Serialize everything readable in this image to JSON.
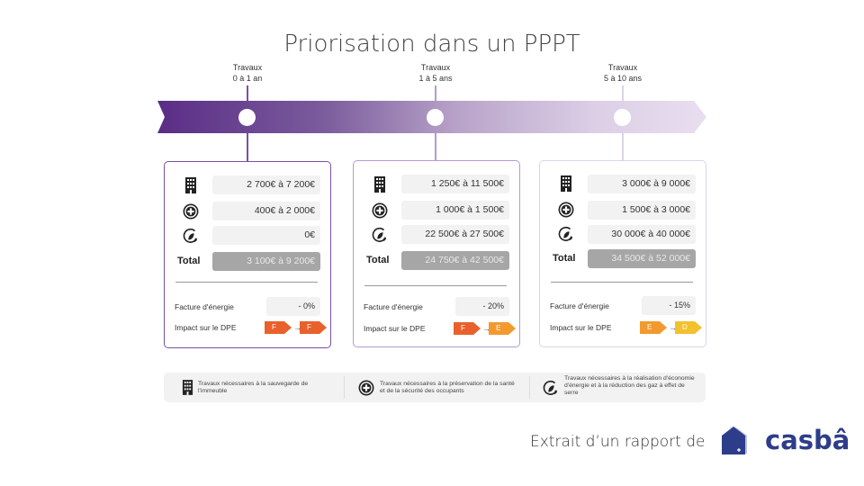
{
  "title": "Priorisation dans un PPPT",
  "timeline": [
    {
      "line1": "Travaux",
      "line2": "0 à 1 an"
    },
    {
      "line1": "Travaux",
      "line2": "1 à 5 ans"
    },
    {
      "line1": "Travaux",
      "line2": "5 à 10 ans"
    }
  ],
  "cards": [
    {
      "sauvegarde": "2 700€ à 7 200€",
      "sante": "400€ à 2 000€",
      "energie": "0€",
      "total_label": "Total",
      "total": "3 100€ à 9 200€",
      "facture_label": "Facture d'énergie",
      "facture": "- 0%",
      "dpe_label": "Impact sur le DPE",
      "dpe_from": "F",
      "dpe_to": "F"
    },
    {
      "sauvegarde": "1 250€ à 11 500€",
      "sante": "1 000€ à 1 500€",
      "energie": "22 500€ à 27 500€",
      "total_label": "Total",
      "total": "24 750€ à 42 500€",
      "facture_label": "Facture d'énergie",
      "facture": "- 20%",
      "dpe_label": "Impact sur le DPE",
      "dpe_from": "F",
      "dpe_to": "E"
    },
    {
      "sauvegarde": "3 000€ à 9 000€",
      "sante": "1 500€ à 3 000€",
      "energie": "30 000€ à 40 000€",
      "total_label": "Total",
      "total": "34 500€ à 52 000€",
      "facture_label": "Facture d'énergie",
      "facture": "- 15%",
      "dpe_label": "Impact sur le DPE",
      "dpe_from": "E",
      "dpe_to": "D"
    }
  ],
  "legend": [
    {
      "icon": "building-icon",
      "text": "Travaux nécessaires à la sauvegarde de l'immeuble"
    },
    {
      "icon": "health-cross-icon",
      "text": "Travaux nécessaires à la préservation de la santé et de la sécurité des occupants"
    },
    {
      "icon": "energy-leaf-icon",
      "text": "Travaux nécessaires à la réalisation d'économie d'énergie et à la réduction des gaz à effet de serre"
    }
  ],
  "credit": "Extrait d’un rapport de",
  "brand": "casbâ",
  "colors": {
    "dpe_F": "#e8612c",
    "dpe_E": "#f39a2e",
    "dpe_D": "#f2c12e",
    "brand": "#2e3d8a",
    "card1": "#7a4fa6",
    "card2": "#b49bcf",
    "card3": "#ddd3e8"
  }
}
